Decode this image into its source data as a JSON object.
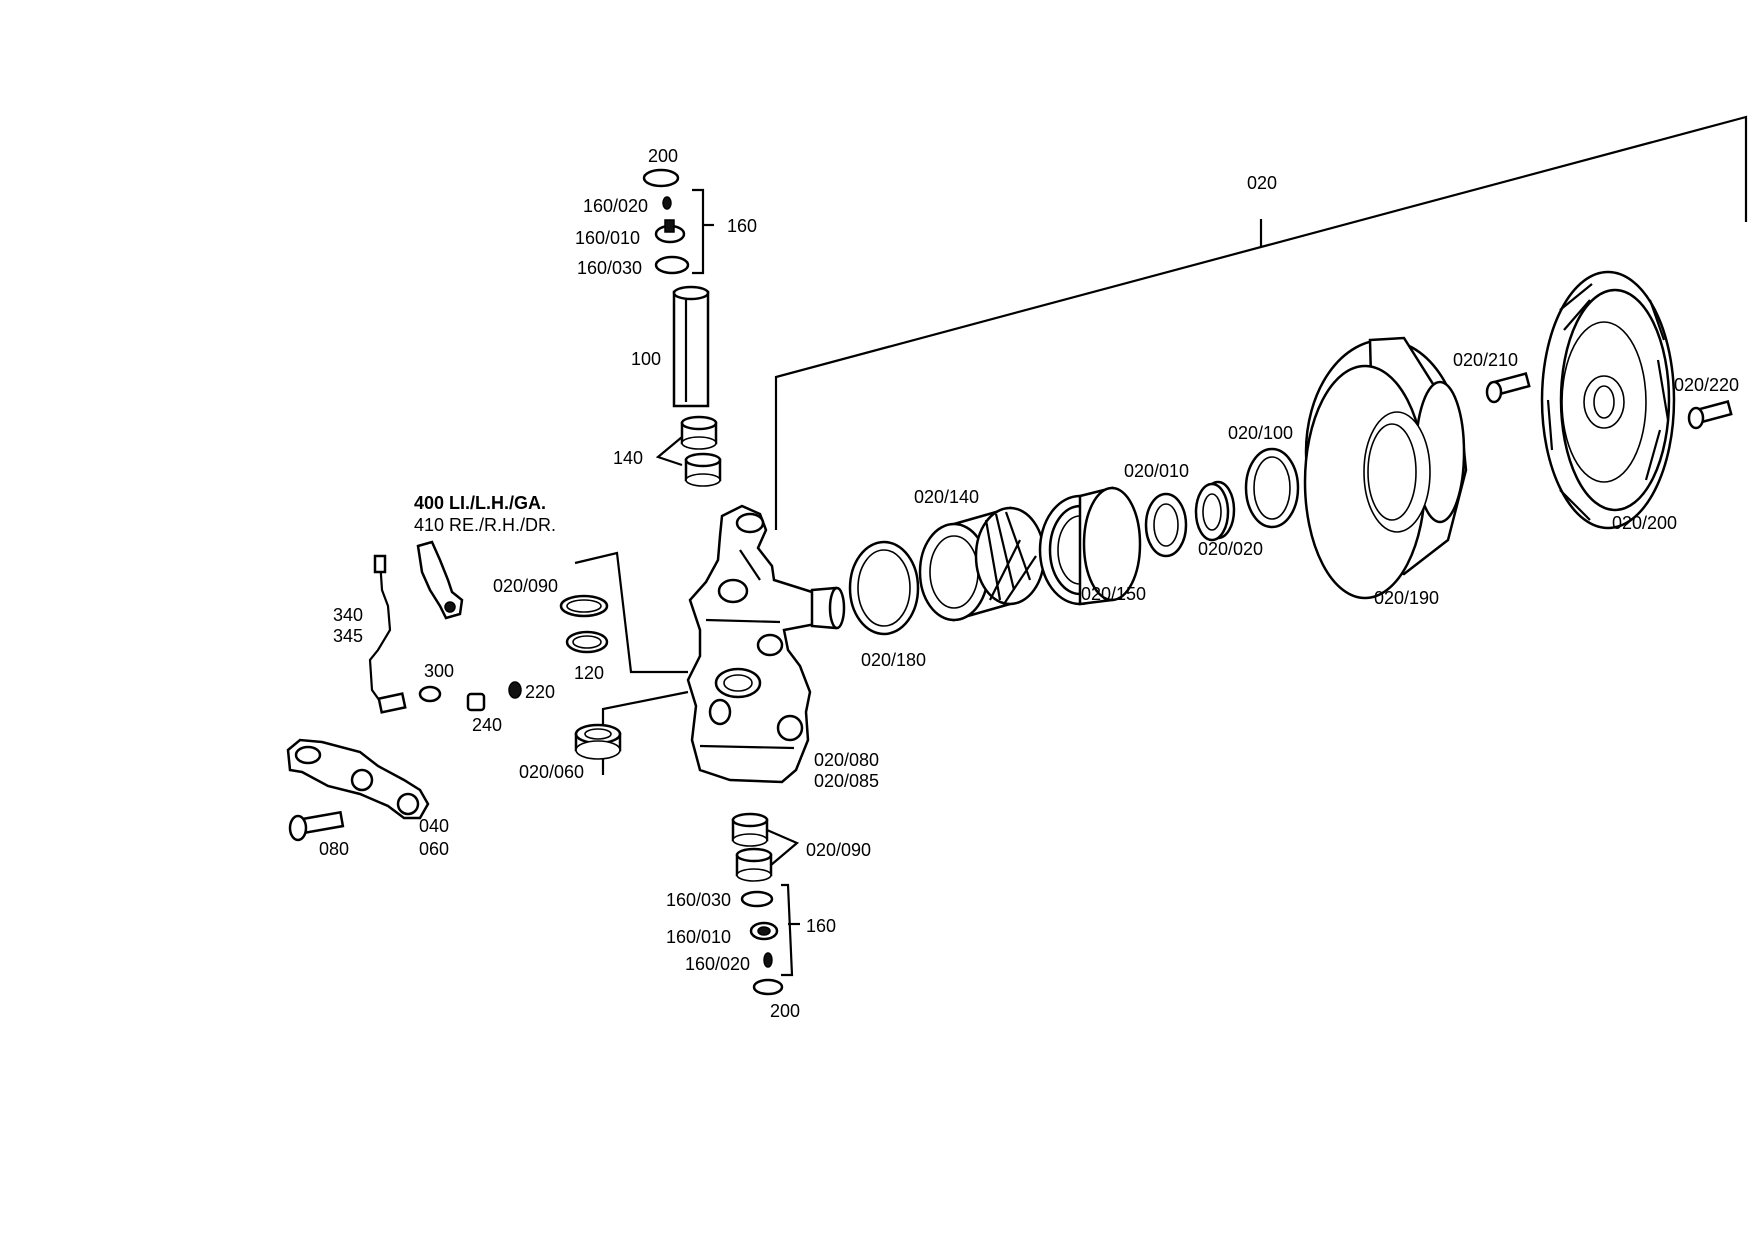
{
  "labels": {
    "top_200": "200",
    "top_160_020": "160/020",
    "top_160_010": "160/010",
    "top_160_030": "160/030",
    "top_160": "160",
    "p100": "100",
    "p140": "140",
    "note_400": "400 LI./L.H./GA.",
    "note_410": "410 RE./R.H./DR.",
    "p340": "340",
    "p345": "345",
    "p300": "300",
    "p220": "220",
    "p240": "240",
    "p120": "120",
    "p020_090_left": "020/090",
    "p020_060": "020/060",
    "p080": "080",
    "p040": "040",
    "p060": "060",
    "p020_080": "020/080",
    "p020_085": "020/085",
    "bot_020_090": "020/090",
    "bot_160_030": "160/030",
    "bot_160_010": "160/010",
    "bot_160_020": "160/020",
    "bot_160": "160",
    "bot_200": "200",
    "p020": "020",
    "p020_180": "020/180",
    "p020_140": "020/140",
    "p020_150": "020/150",
    "p020_010": "020/010",
    "p020_020": "020/020",
    "p020_100": "020/100",
    "p020_190": "020/190",
    "p020_210": "020/210",
    "p020_200": "020/200",
    "p020_220": "020/220"
  }
}
